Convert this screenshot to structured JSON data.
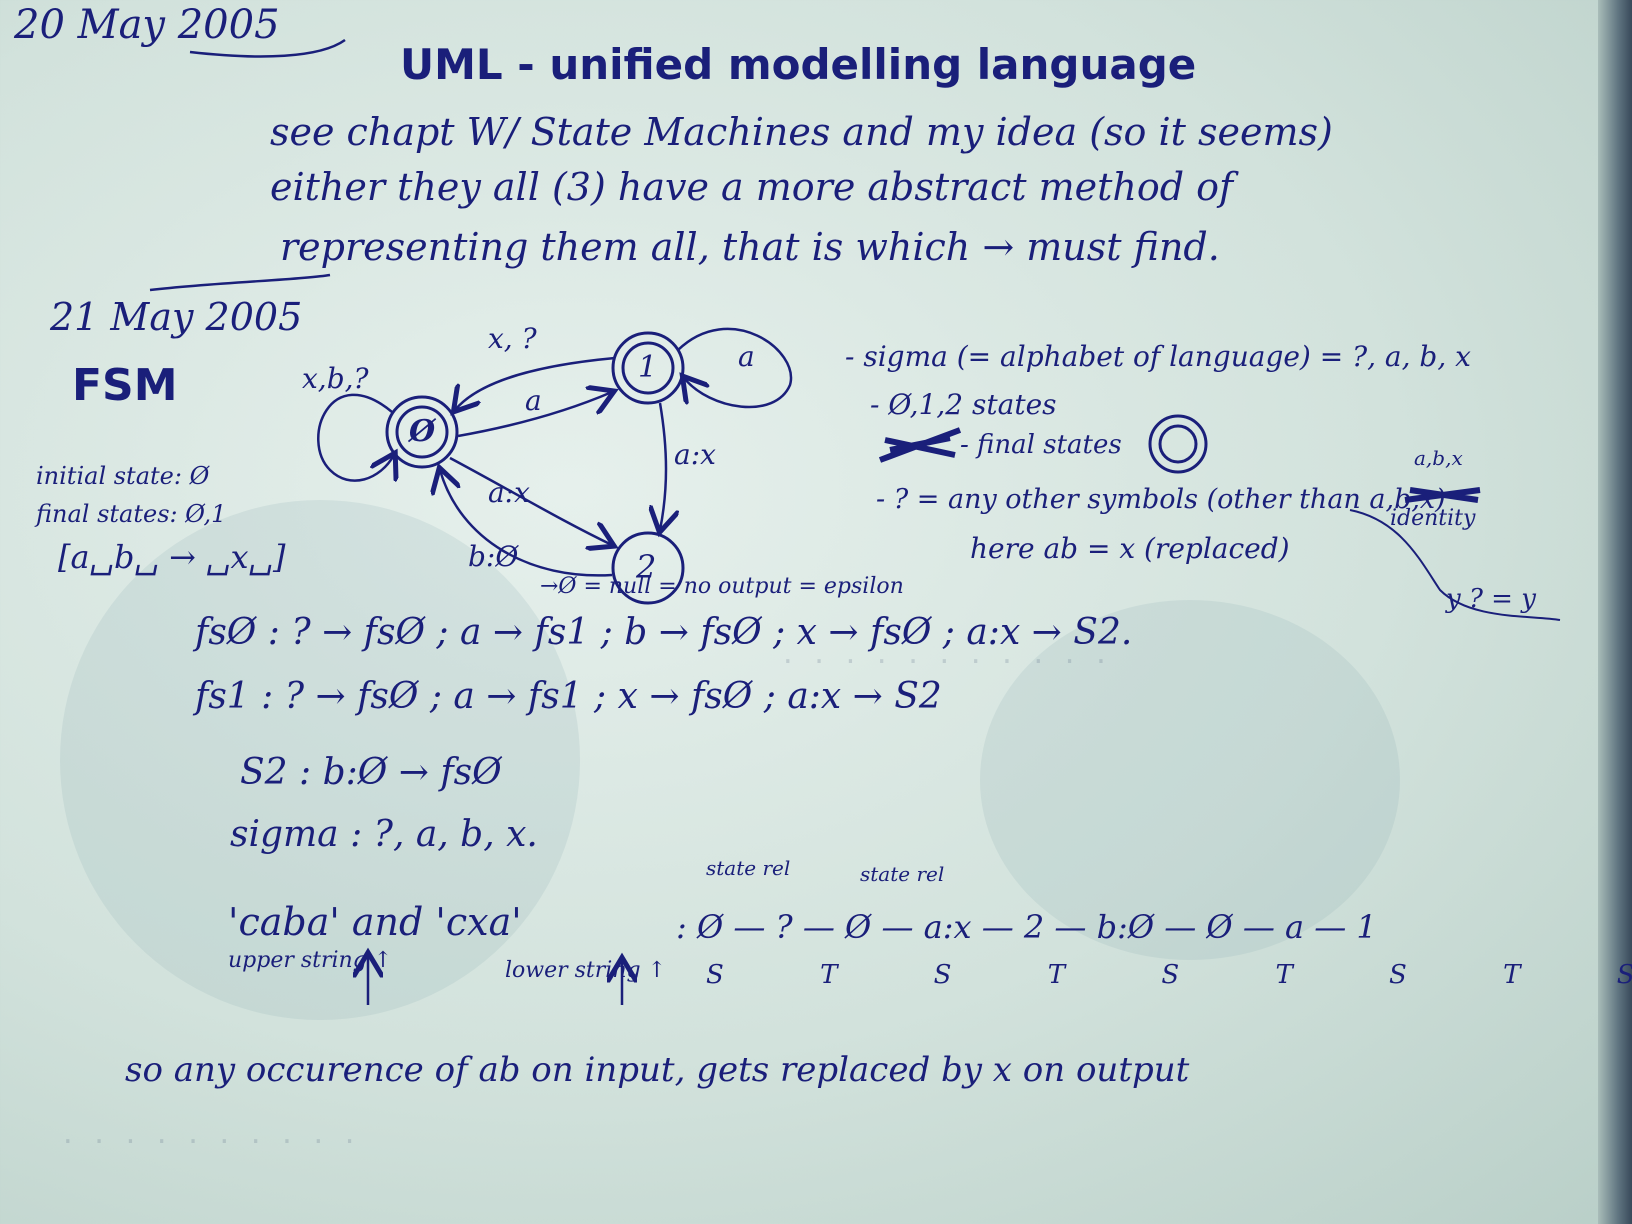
{
  "header": {
    "date1": "20 May 2005",
    "title": "UML - unified modelling language",
    "line1": "see chapt W/ State Machines and my idea (so it seems)",
    "line2": "either they all (3) have a more abstract method of",
    "line3": "representing them all, that is which → must find."
  },
  "section": {
    "date2": "21 May 2005",
    "heading": "FSM",
    "initial_state": "initial state: Ø",
    "final_states": "final states: Ø,1",
    "mapping": "[a␣b␣ → ␣x␣]"
  },
  "diagram": {
    "state0": "Ø",
    "state1": "1",
    "state2": "2",
    "loop0_label": "x,b,?",
    "loop1_label": "a",
    "edge_1_to_0": "x, ?",
    "edge_0_to_1": "a",
    "edge_0_to_2": "a:x",
    "edge_1_to_2": "a:x",
    "edge_2_to_0": "b:Ø",
    "null_note": "→Ø = null = no output = epsilon"
  },
  "notes": {
    "sigma": "- sigma (= alphabet of language) = ?, a, b, x",
    "states": "- Ø,1,2 states",
    "final": "- final states",
    "other": "- ? = any other symbols (other than a,b,x)",
    "abx": "a,b,x",
    "identity": "identity",
    "replace": "here ab = x (replaced)",
    "ident_eq": "y ? = y"
  },
  "transitions": {
    "fs0": "fsØ : ? → fsØ ; a → fs1 ; b → fsØ ; x → fsØ ; a:x → S2.",
    "fs1": "fs1 : ? → fsØ ; a → fs1 ; x → fsØ ; a:x → S2",
    "s2": "S2 : b:Ø → fsØ",
    "sigma": "sigma : ?, a, b, x."
  },
  "example": {
    "header1": "state rel",
    "header2": "state rel",
    "strings": "'caba' and 'cxa'",
    "path": ": Ø — ? — Ø — a:x — 2 — b:Ø — Ø — a — 1",
    "st_row": "S  T  S  T  S  T  S  T  S",
    "upper": "upper string ↑",
    "lower": "lower string ↑",
    "conclusion": "so any occurence of ab on input, gets replaced by x on output"
  },
  "colors": {
    "ink": "#1a1f7a",
    "paper": "#d8e6e0"
  }
}
